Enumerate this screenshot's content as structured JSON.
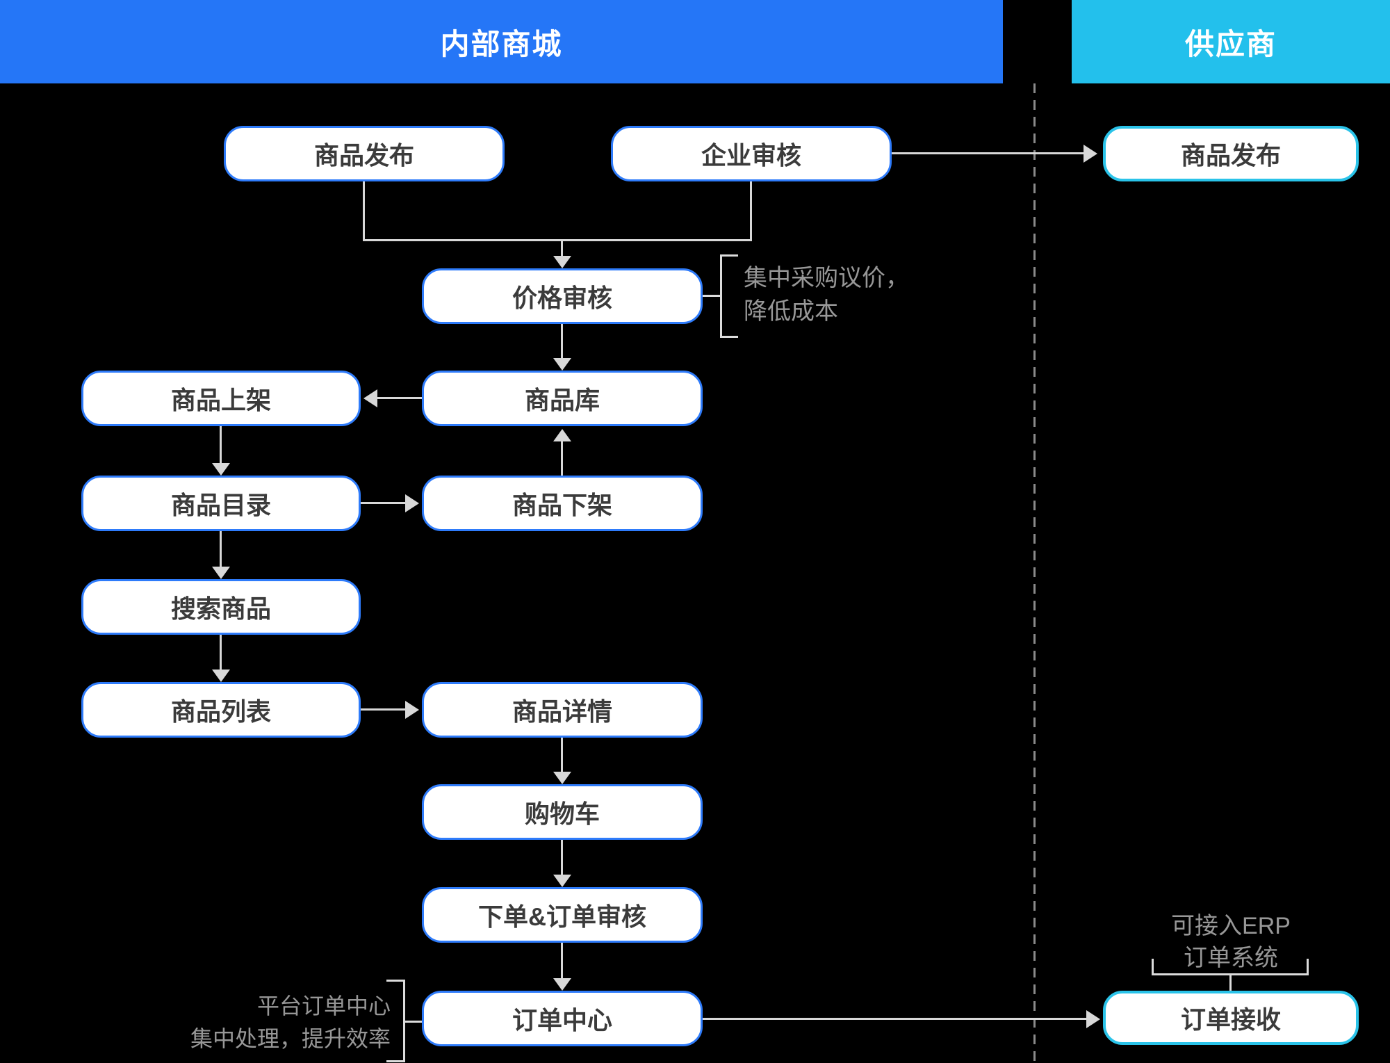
{
  "header": {
    "internal_mall": "内部商城",
    "supplier": "供应商"
  },
  "nodes": {
    "product_publish_internal": "商品发布",
    "enterprise_review": "企业审核",
    "product_publish_supplier": "商品发布",
    "price_review": "价格审核",
    "product_listing": "商品上架",
    "product_library": "商品库",
    "product_catalog": "商品目录",
    "product_delisting": "商品下架",
    "search_products": "搜索商品",
    "product_list": "商品列表",
    "product_detail": "商品详情",
    "shopping_cart": "购物车",
    "order_and_review": "下单&订单审核",
    "order_center": "订单中心",
    "order_receive": "订单接收"
  },
  "annotations": {
    "price_note_line1": "集中采购议价，",
    "price_note_line2": "降低成本",
    "order_note_line1": "平台订单中心",
    "order_note_line2": "集中处理，提升效率",
    "erp_note_line1": "可接入ERP",
    "erp_note_line2": "订单系统"
  },
  "colors": {
    "background": "#000000",
    "internal_mall_bar": "#2576f7",
    "supplier_bar": "#23c0ec",
    "node_border_internal": "#2e7bfa",
    "node_border_supplier": "#2ac3e9",
    "node_fill": "#ffffff",
    "node_text": "#3b3b3b",
    "arrow": "#d8d8d8",
    "divider_dash": "#8a8a8a",
    "annotation_text": "#979797"
  }
}
